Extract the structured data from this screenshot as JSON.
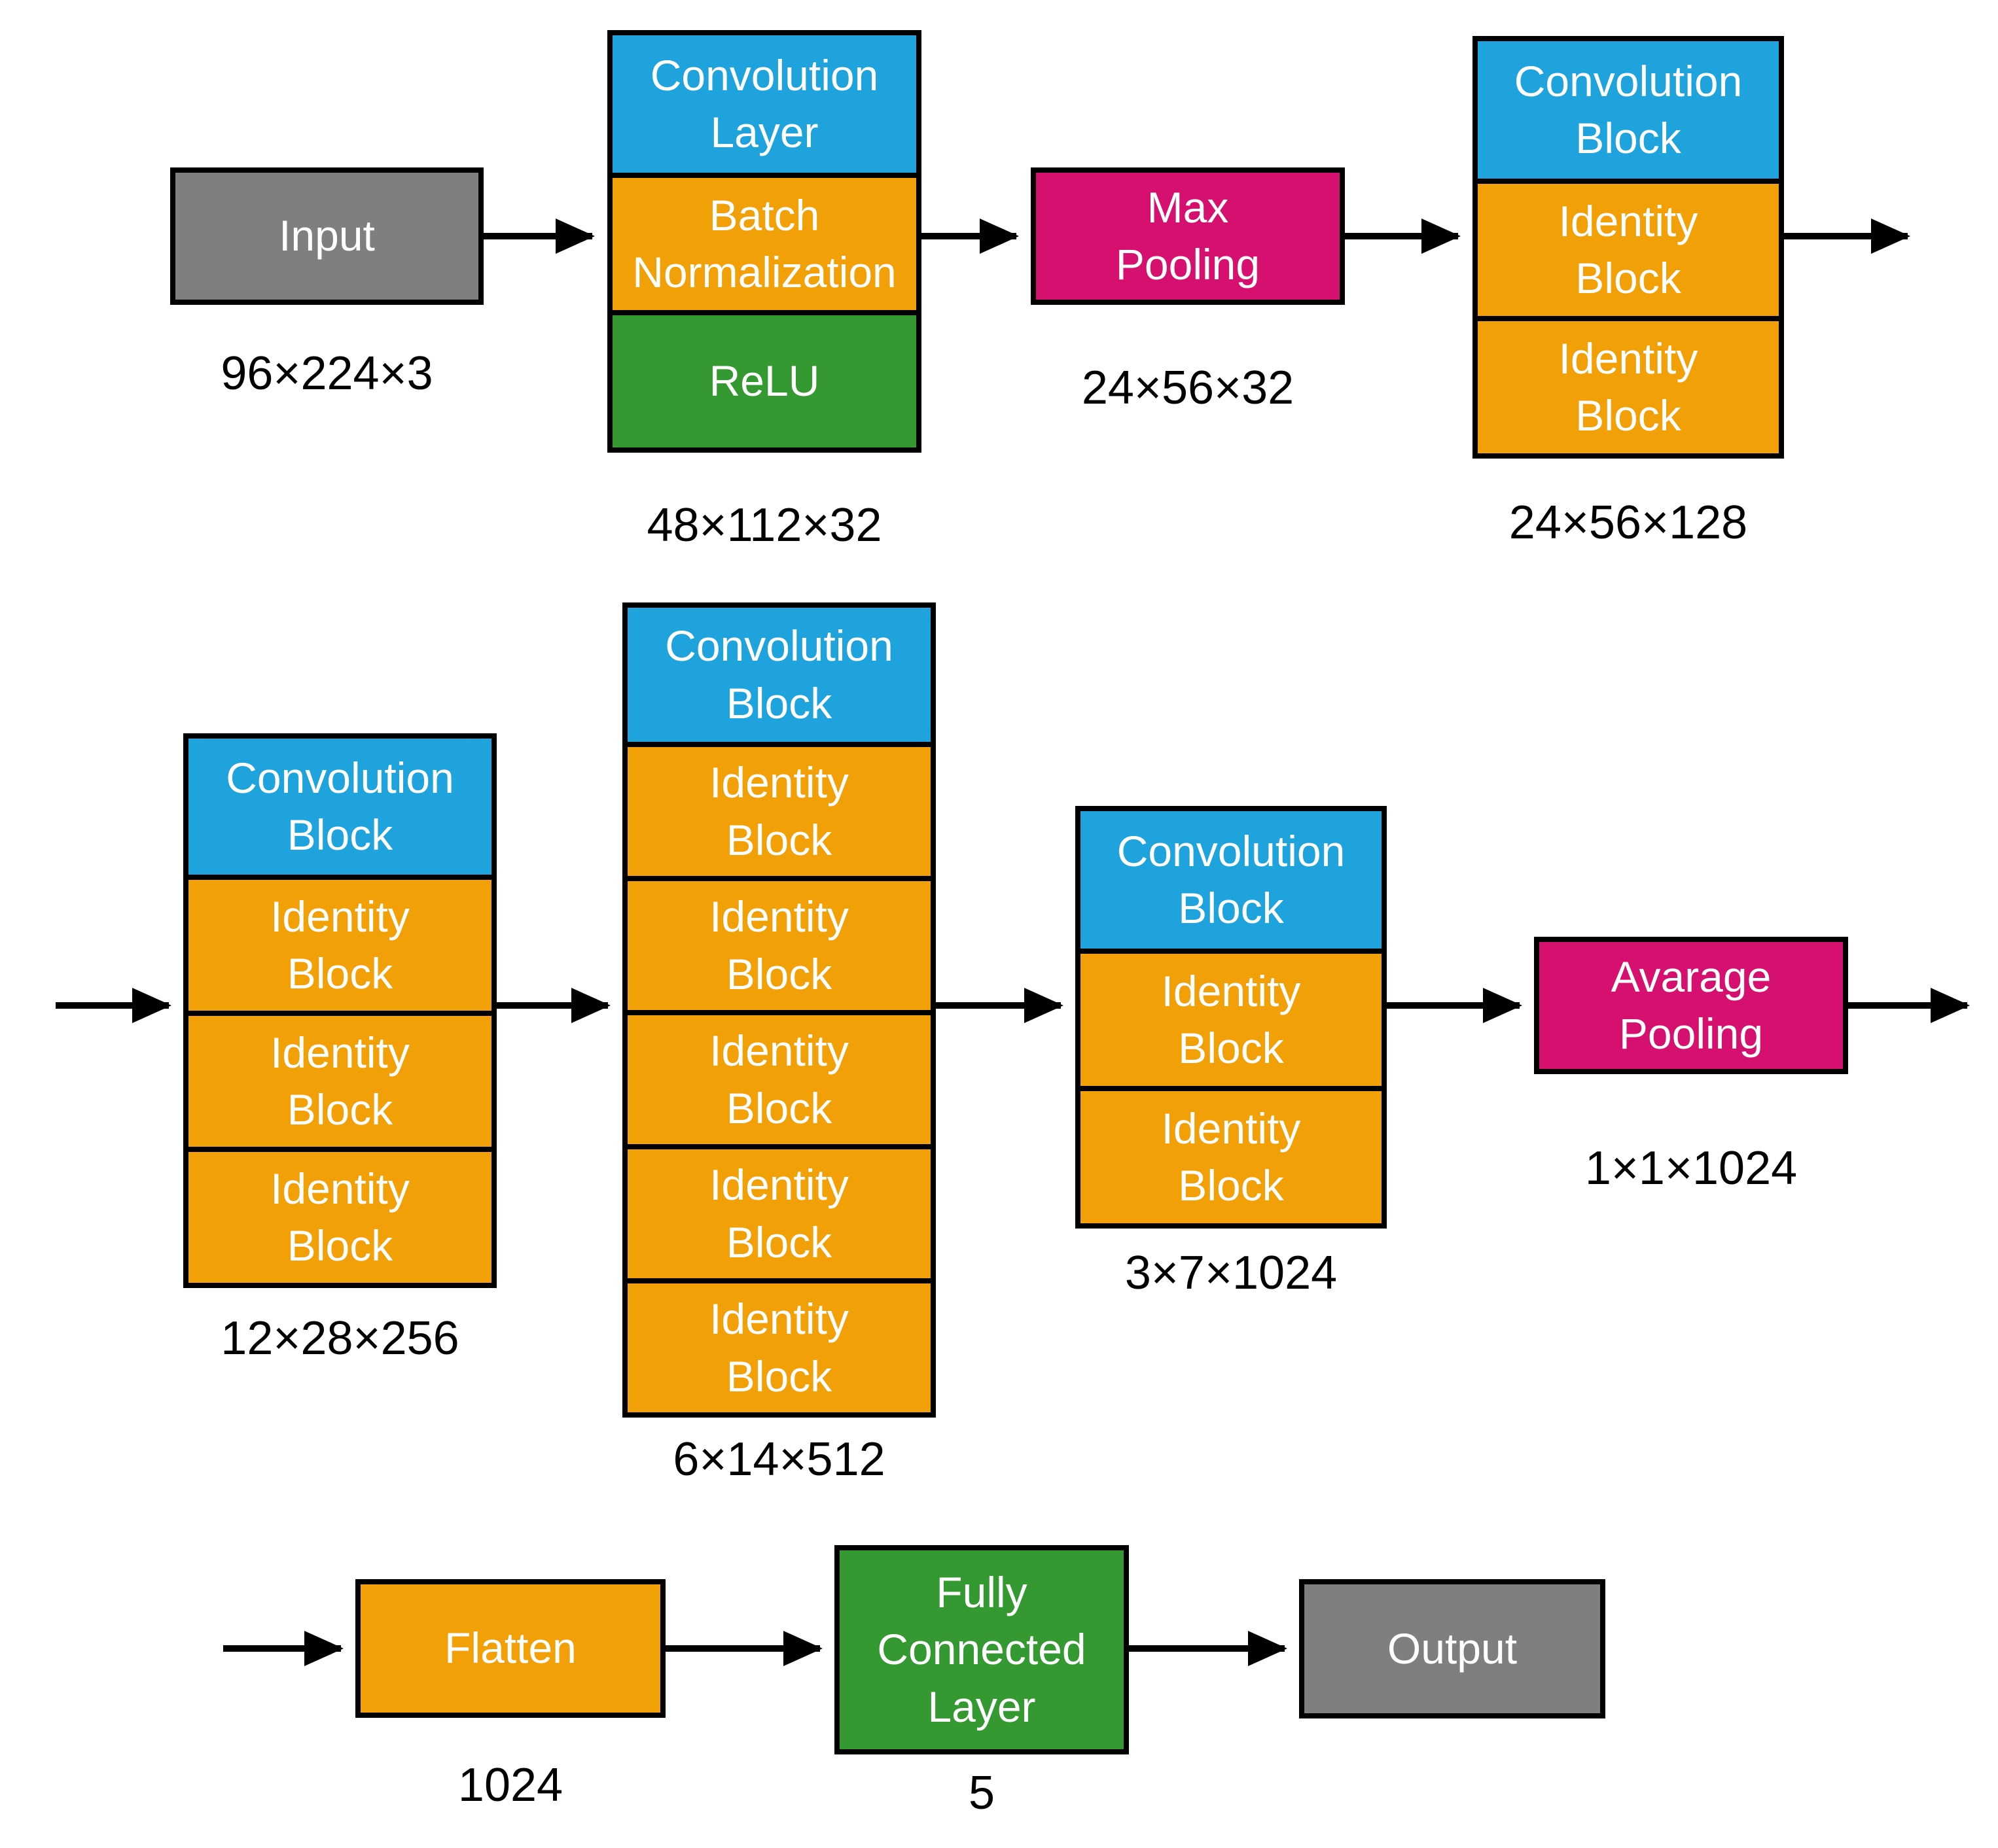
{
  "colors": {
    "blue": "#1EA3DC",
    "orange": "#F2A007",
    "green": "#339930",
    "magenta": "#D6106E",
    "gray": "#7F7F7F",
    "arrow": "#000000"
  },
  "row1": {
    "input": {
      "label": "Input",
      "dim": "96×224×3"
    },
    "stem": {
      "segments": [
        {
          "label": "Convolution\nLayer",
          "color": "blue"
        },
        {
          "label": "Batch\nNormalization",
          "color": "orange"
        },
        {
          "label": "ReLU",
          "color": "green"
        }
      ],
      "dim": "48×112×32"
    },
    "max_pooling": {
      "label": "Max\nPooling",
      "dim": "24×56×32"
    },
    "stage1": {
      "segments": [
        {
          "label": "Convolution\nBlock",
          "color": "blue"
        },
        {
          "label": "Identity\nBlock",
          "color": "orange"
        },
        {
          "label": "Identity\nBlock",
          "color": "orange"
        }
      ],
      "dim": "24×56×128"
    }
  },
  "row2": {
    "stage2": {
      "segments": [
        {
          "label": "Convolution\nBlock",
          "color": "blue"
        },
        {
          "label": "Identity\nBlock",
          "color": "orange"
        },
        {
          "label": "Identity\nBlock",
          "color": "orange"
        },
        {
          "label": "Identity\nBlock",
          "color": "orange"
        }
      ],
      "dim": "12×28×256"
    },
    "stage3": {
      "segments": [
        {
          "label": "Convolution\nBlock",
          "color": "blue"
        },
        {
          "label": "Identity\nBlock",
          "color": "orange"
        },
        {
          "label": "Identity\nBlock",
          "color": "orange"
        },
        {
          "label": "Identity\nBlock",
          "color": "orange"
        },
        {
          "label": "Identity\nBlock",
          "color": "orange"
        },
        {
          "label": "Identity\nBlock",
          "color": "orange"
        }
      ],
      "dim": "6×14×512"
    },
    "stage4": {
      "segments": [
        {
          "label": "Convolution\nBlock",
          "color": "blue"
        },
        {
          "label": "Identity\nBlock",
          "color": "orange"
        },
        {
          "label": "Identity\nBlock",
          "color": "orange"
        }
      ],
      "dim": "3×7×1024"
    },
    "average_pooling": {
      "label": "Avarage\nPooling",
      "dim": "1×1×1024"
    }
  },
  "row3": {
    "flatten": {
      "label": "Flatten",
      "dim": "1024"
    },
    "fully_connected": {
      "label": "Fully\nConnected\nLayer",
      "dim": "5"
    },
    "output": {
      "label": "Output"
    }
  }
}
